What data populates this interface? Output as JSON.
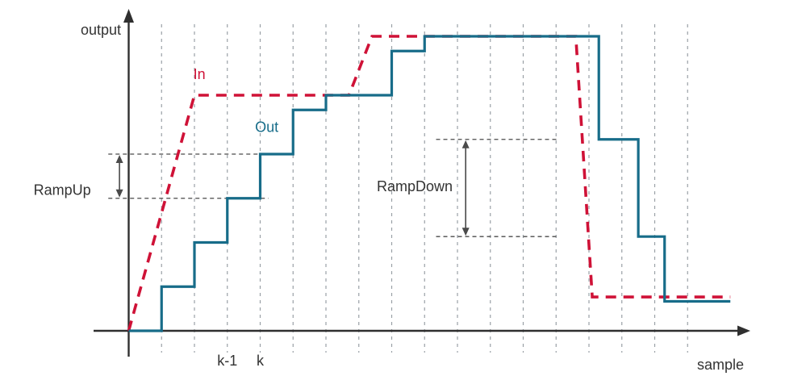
{
  "colors": {
    "in": "#cf1237",
    "out": "#176c89",
    "axis": "#2f2f2f",
    "grid": "#9aa0a6",
    "annotation": "#4a4a4a",
    "text": "#333333"
  },
  "chart_data": {
    "type": "line",
    "title": "",
    "xlabel": "sample",
    "ylabel": "output",
    "xlim": [
      0,
      18.8
    ],
    "ylim": [
      0,
      10.8
    ],
    "grid": "vertical-dashed",
    "grid_x": [
      1,
      2,
      3,
      4,
      5,
      6,
      7,
      8,
      9,
      10,
      11,
      12,
      13,
      14,
      15,
      16,
      17
    ],
    "x_ticks": [
      {
        "label": "k-1",
        "x": 3
      },
      {
        "label": "k",
        "x": 4
      }
    ],
    "series": [
      {
        "name": "In",
        "style": "dashed",
        "color_key": "in",
        "points": [
          [
            0,
            0
          ],
          [
            2,
            8
          ],
          [
            6.7,
            8
          ],
          [
            7.4,
            10
          ],
          [
            13.6,
            10
          ],
          [
            14.1,
            1.15
          ],
          [
            18.3,
            1.15
          ]
        ]
      },
      {
        "name": "Out",
        "style": "solid",
        "color_key": "out",
        "points": [
          [
            0,
            0
          ],
          [
            1,
            0
          ],
          [
            1,
            1.5
          ],
          [
            2,
            1.5
          ],
          [
            2,
            3
          ],
          [
            3,
            3
          ],
          [
            3,
            4.5
          ],
          [
            4,
            4.5
          ],
          [
            4,
            6
          ],
          [
            5,
            6
          ],
          [
            5,
            7.5
          ],
          [
            6,
            7.5
          ],
          [
            6,
            8
          ],
          [
            8,
            8
          ],
          [
            8,
            9.5
          ],
          [
            9,
            9.5
          ],
          [
            9,
            10
          ],
          [
            14.3,
            10
          ],
          [
            14.3,
            6.5
          ],
          [
            15.5,
            6.5
          ],
          [
            15.5,
            3.2
          ],
          [
            16.3,
            3.2
          ],
          [
            16.3,
            1.0
          ],
          [
            18.3,
            1.0
          ]
        ]
      }
    ],
    "series_labels": [
      {
        "text": "In",
        "x": 2.15,
        "y": 8.55,
        "color_key": "in"
      },
      {
        "text": "Out",
        "x": 4.2,
        "y": 6.75,
        "color_key": "out"
      }
    ],
    "annotations": [
      {
        "name": "RampUp",
        "label": "RampUp",
        "y1": 4.5,
        "y2": 6.0,
        "line_x1": -0.62,
        "line_x2": 4.25,
        "arrow_x": -0.28,
        "label_x": -1.15,
        "label_y": 4.78,
        "label_anchor": "end"
      },
      {
        "name": "RampDown",
        "label": "RampDown",
        "y1": 3.2,
        "y2": 6.5,
        "line_x1": 9.35,
        "line_x2": 13.05,
        "arrow_x": 10.25,
        "label_x": 8.7,
        "label_y": 4.9,
        "label_anchor": "middle"
      }
    ]
  }
}
